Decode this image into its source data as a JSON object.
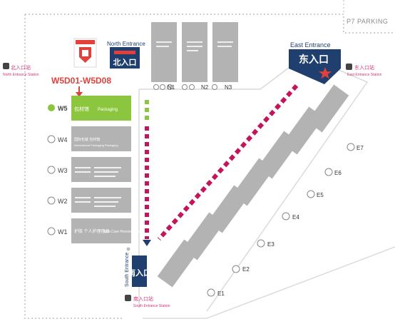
{
  "parking": {
    "label": "P7 PARKING"
  },
  "entrances": {
    "north": {
      "en": "North Entrance",
      "zh": "北入口",
      "sub": ""
    },
    "east": {
      "en": "East Entrance",
      "zh": "东入口"
    },
    "south": {
      "en": "South Entrance",
      "zh": "南入口"
    }
  },
  "stations": {
    "north": {
      "zh": "北入口站",
      "en": "North Entrance Station"
    },
    "east": {
      "zh": "东入口站",
      "en": "East Entrance Station"
    },
    "south": {
      "zh": "南入口站",
      "en": "South Entrance Station"
    }
  },
  "booth": {
    "label": "W5D01-W5D08",
    "logo_text": ""
  },
  "west_halls": [
    {
      "id": "W5",
      "zh": "包材馆",
      "en": "Packaging",
      "highlight": true
    },
    {
      "id": "W4",
      "zh": "国际包装 包材馆",
      "en": "International Packaging Packaging",
      "highlight": false
    },
    {
      "id": "W3",
      "zh": "",
      "en": "",
      "highlight": false
    },
    {
      "id": "W2",
      "zh": "",
      "en": "",
      "highlight": false
    },
    {
      "id": "W1",
      "zh": "护肤 个人护理用品",
      "en": "Skin Care Personal Care",
      "highlight": false
    }
  ],
  "north_halls": [
    {
      "id": "N1",
      "text": ""
    },
    {
      "id": "N2",
      "text": ""
    },
    {
      "id": "N3",
      "text": ""
    }
  ],
  "east_halls": [
    {
      "id": "E1",
      "text": ""
    },
    {
      "id": "E2",
      "text": ""
    },
    {
      "id": "E3",
      "text": ""
    },
    {
      "id": "E4",
      "text": ""
    },
    {
      "id": "E5",
      "text": ""
    },
    {
      "id": "E6",
      "text": ""
    },
    {
      "id": "E7",
      "text": ""
    }
  ],
  "colors": {
    "route": "#c4145c",
    "route_green": "#8bc63e",
    "hall_gray": "#b3b3b3",
    "hall_green": "#8bc63e",
    "entrance_navy": "#1f3f6e",
    "booth_red": "#e2403b",
    "station_pink": "#d6337a",
    "boundary": "#cfcfcf"
  }
}
